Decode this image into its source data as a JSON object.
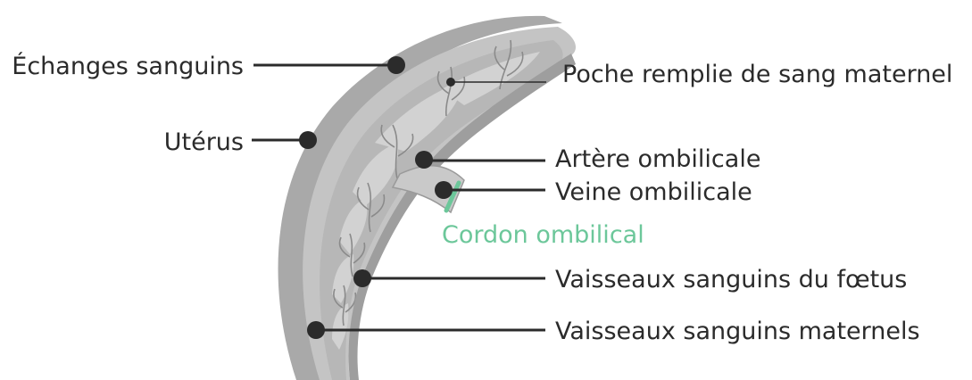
{
  "labels": {
    "echanges": "Échanges sanguins",
    "poche": "Poche remplie de sang maternel",
    "uterus": "Utérus",
    "artere": "Artère ombilicale",
    "veine": "Veine ombilicale",
    "cordon": "Cordon ombilical",
    "vaisseaux_foetus": "Vaisseaux sanguins du fœtus",
    "vaisseaux_maternels": "Vaisseaux sanguins maternels"
  },
  "colors": {
    "tissue_dark": "#a9a9a9",
    "tissue_mid": "#bdbdbd",
    "tissue_light": "#cfcfcf",
    "line": "#2b2b2b",
    "accent": "#6cc79a"
  }
}
